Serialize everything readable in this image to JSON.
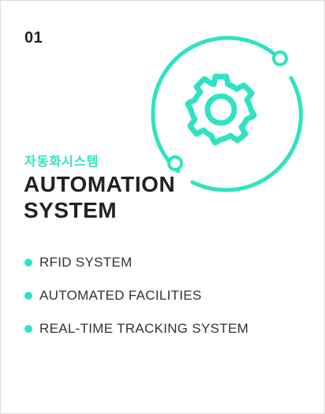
{
  "card": {
    "number": "01",
    "subtitle": "자동화시스템",
    "title_line1": "AUTOMATION",
    "title_line2": "SYSTEM",
    "icon": "gear-icon",
    "features": [
      {
        "label": "RFID SYSTEM"
      },
      {
        "label": "AUTOMATED FACILITIES"
      },
      {
        "label": "REAL-TIME TRACKING SYSTEM"
      }
    ]
  },
  "colors": {
    "accent": "#2fe3c2",
    "text": "#222222",
    "border": "#dcdcdc"
  }
}
